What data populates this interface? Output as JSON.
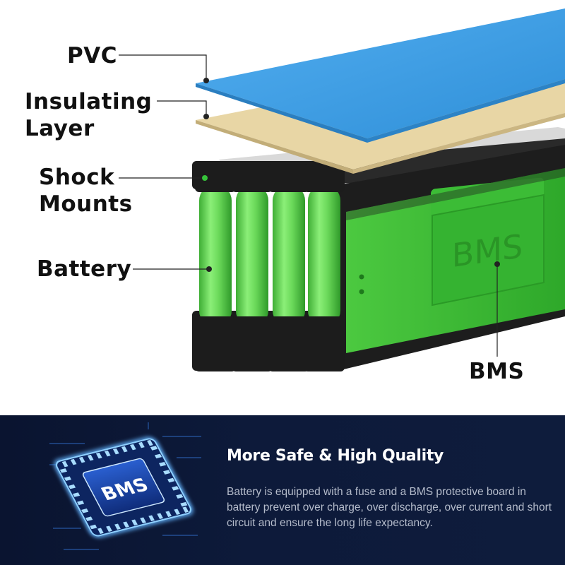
{
  "labels": {
    "pvc": "PVC",
    "insulating": "Insulating\nLayer",
    "shock": "Shock\nMounts",
    "battery": "Battery",
    "bms": "BMS"
  },
  "module_badge": "BMS",
  "chip_text": "BMS",
  "panel": {
    "title": "More Safe & High Quality",
    "description": "Battery is equipped with a fuse and a BMS protective board in battery prevent over charge, over discharge, over current and short circuit and ensure the long life expectancy."
  },
  "colors": {
    "pvc": "#3a9be0",
    "insulating": "#e6d2a0",
    "cell": "#6cd85a",
    "casing": "#1c1c1c",
    "panel_bg": "#0c1836",
    "chip_glow": "#3f8dff"
  }
}
